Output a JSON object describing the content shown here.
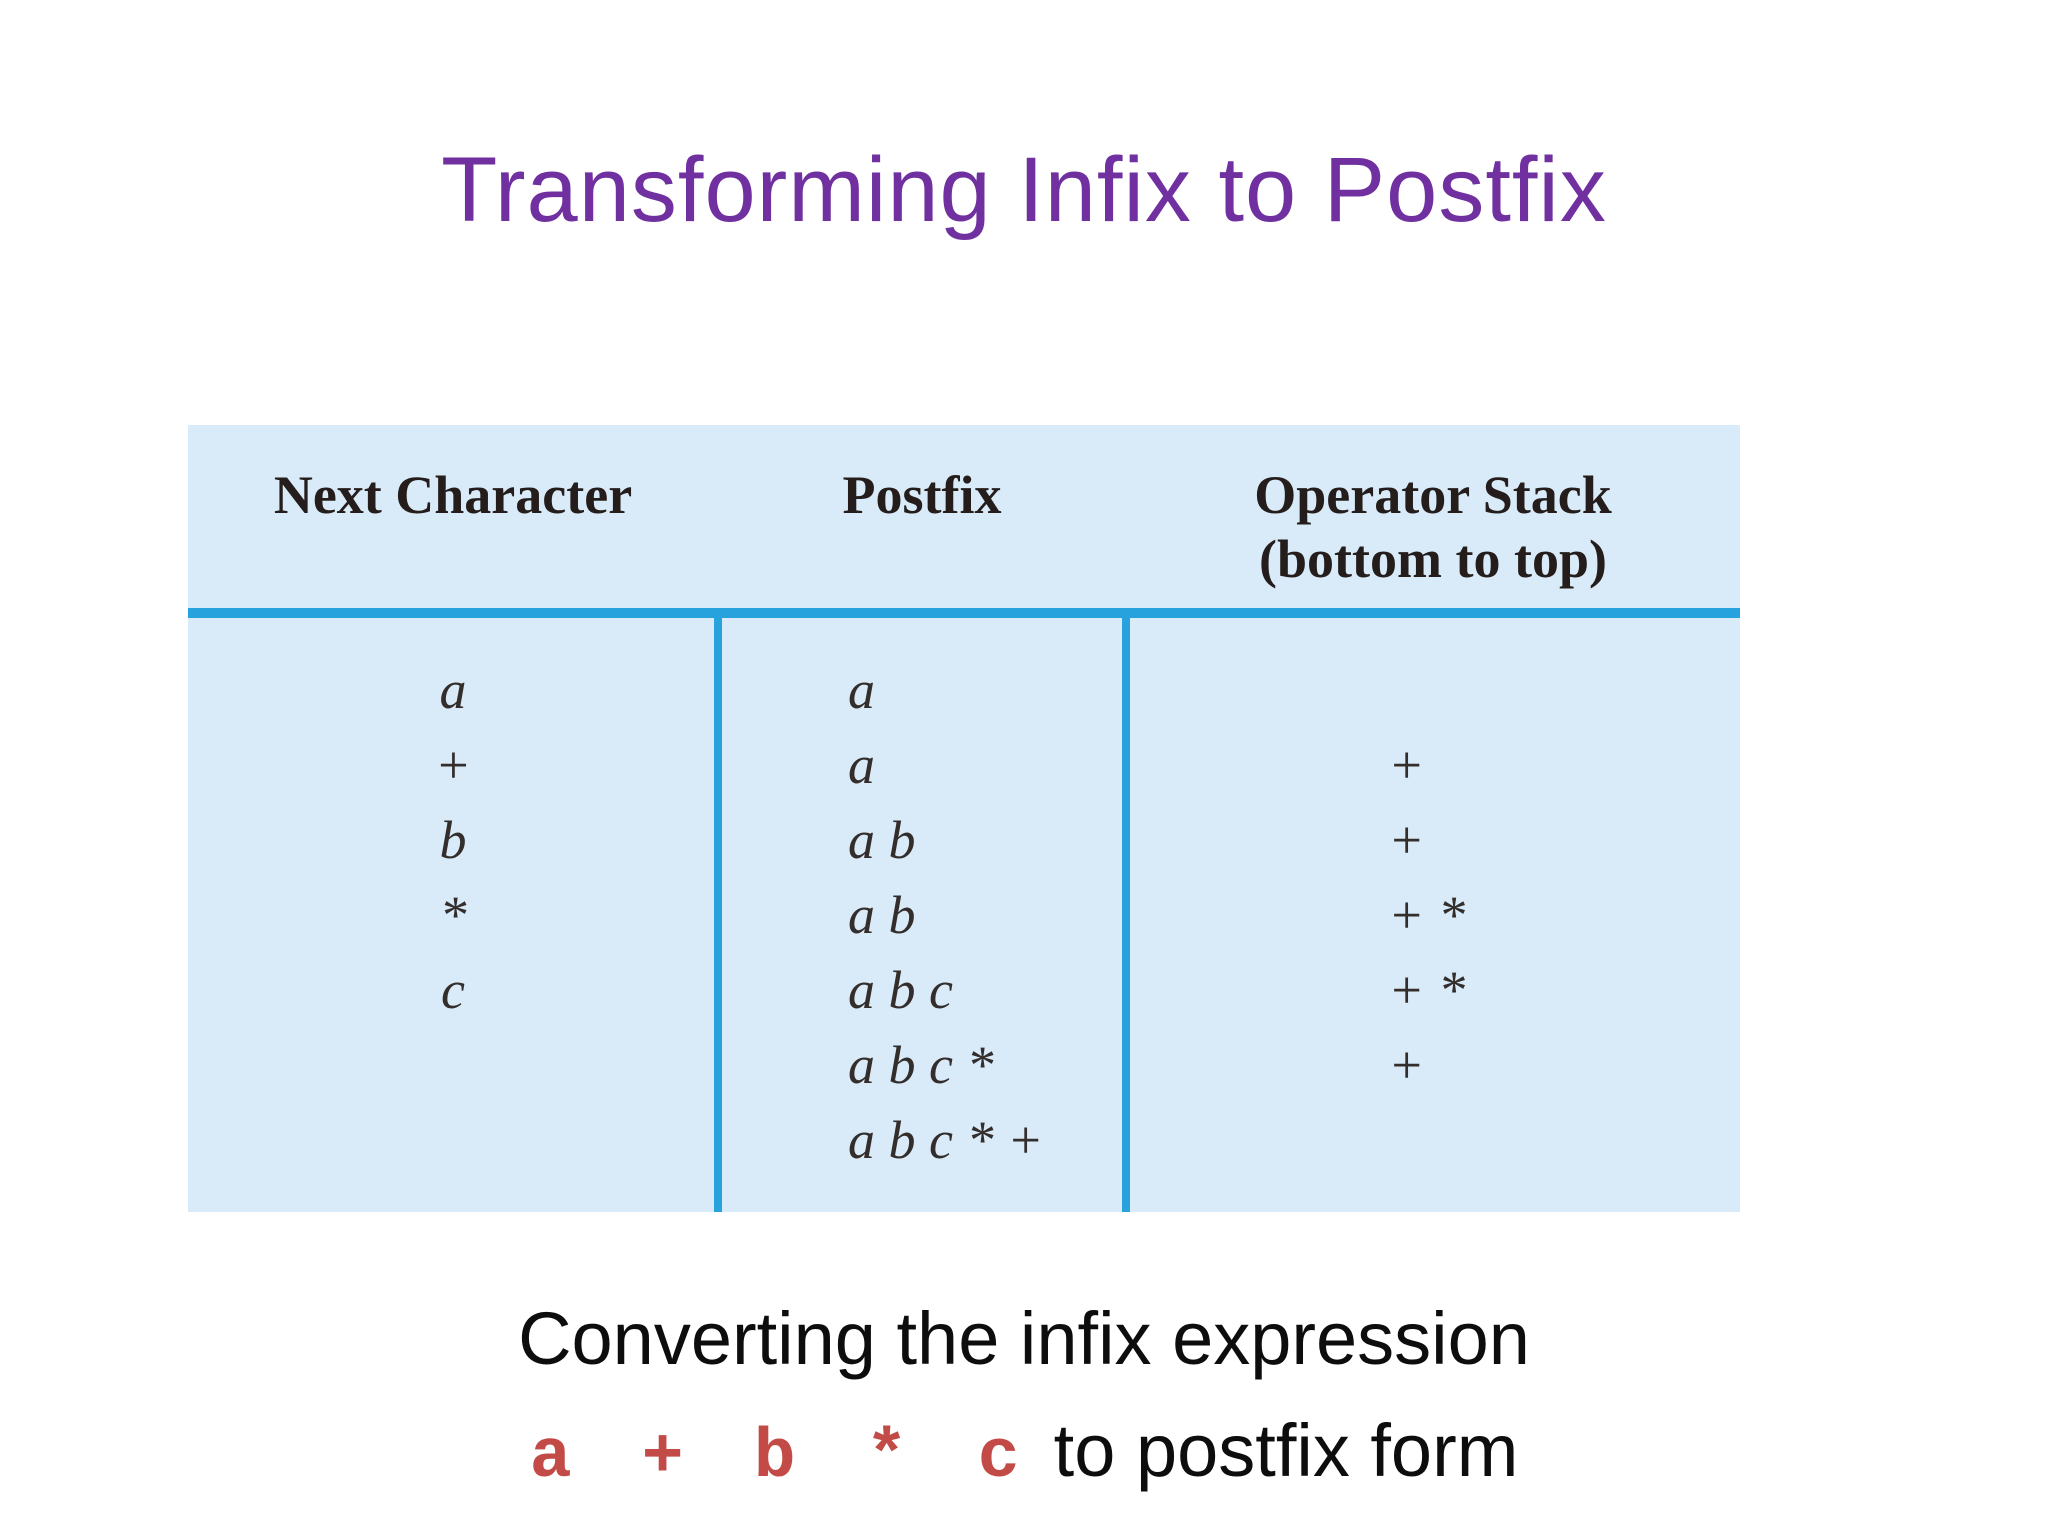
{
  "title": "Transforming Infix to Postfix",
  "table": {
    "headers": {
      "next_character": "Next Character",
      "postfix": "Postfix",
      "operator_stack_line1": "Operator Stack",
      "operator_stack_line2": "(bottom to top)"
    },
    "rows": [
      {
        "next": "a",
        "postfix": "a",
        "stack": ""
      },
      {
        "next": "+",
        "postfix": "a",
        "stack": "+"
      },
      {
        "next": "b",
        "postfix": "a b",
        "stack": "+"
      },
      {
        "next": "*",
        "postfix": "a b",
        "stack": "+ *"
      },
      {
        "next": "c",
        "postfix": "a b c",
        "stack": "+ *"
      },
      {
        "next": "",
        "postfix": "a b c *",
        "stack": "+"
      },
      {
        "next": "",
        "postfix": "a b c * +",
        "stack": ""
      }
    ]
  },
  "caption": {
    "line1": "Converting the infix expression",
    "expression": "a + b * c",
    "line2_rest": "to postfix form"
  },
  "colors": {
    "title_purple": "#7030a0",
    "table_background": "#d9ebf8",
    "table_line_blue": "#27a2dc",
    "header_text": "#241d1b",
    "body_text": "#332e2c",
    "expression_red": "#c34b47",
    "caption_black": "#0d0d0d",
    "page_background": "#ffffff"
  }
}
